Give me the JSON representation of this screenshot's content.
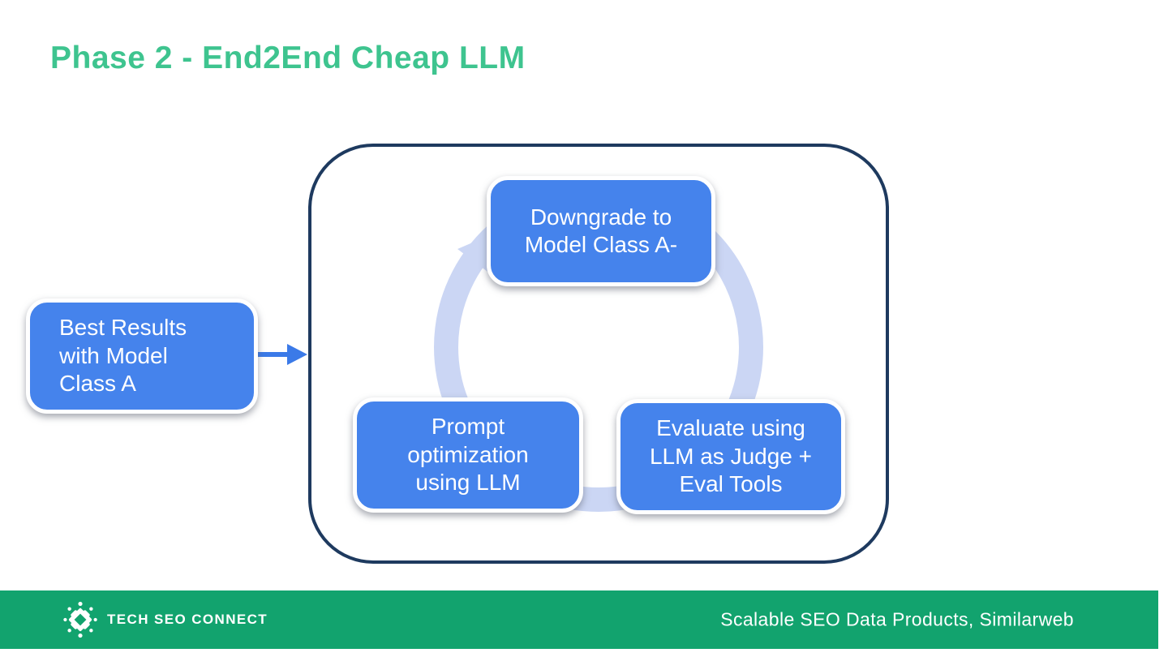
{
  "title": "Phase 2 - End2End Cheap LLM",
  "diagram": {
    "input_box": {
      "label": "Best Results\nwith Model\nClass A"
    },
    "cycle_steps": [
      {
        "label": "Downgrade to\nModel Class A-"
      },
      {
        "label": "Evaluate using\nLLM as Judge +\nEval Tools"
      },
      {
        "label": "Prompt\noptimization\nusing LLM"
      }
    ]
  },
  "footer": {
    "brand": "TECH SEO CONNECT",
    "credit": "Scalable SEO Data Products, Similarweb",
    "logo_icon": "gear-flower-icon"
  },
  "colors": {
    "title_green": "#3EC48F",
    "footer_green": "#12A36E",
    "node_blue": "#4583EC",
    "ring_lavender": "#CBD6F4",
    "frame_navy": "#1E3A5F",
    "arrow_blue": "#3B7AE8"
  }
}
